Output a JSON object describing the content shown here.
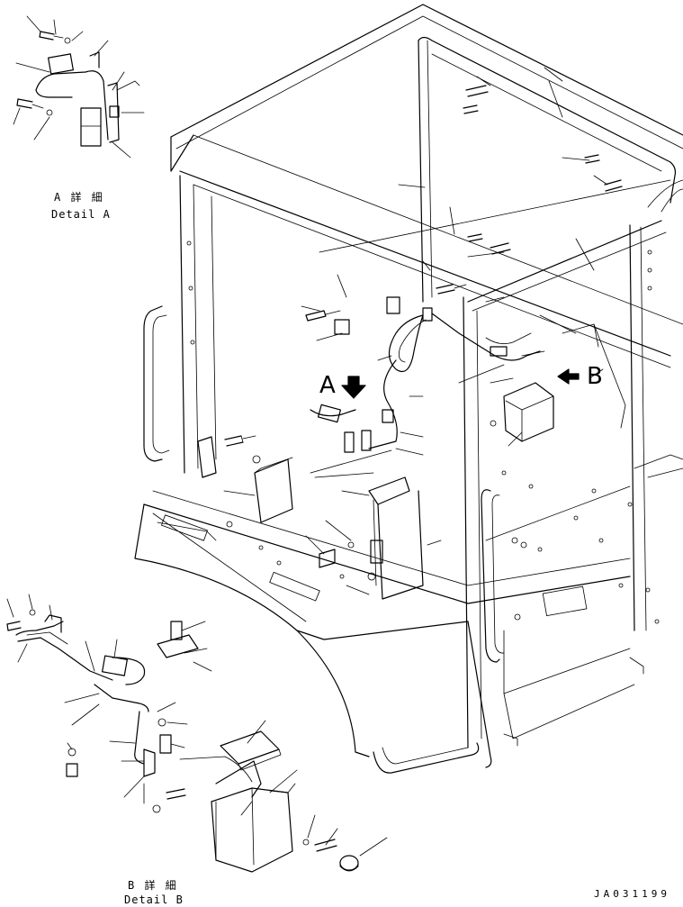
{
  "detail_a": {
    "title": "A 詳 細",
    "subtitle": "Detail A"
  },
  "detail_b": {
    "title": "B 詳 細",
    "subtitle": "Detail B"
  },
  "callouts": {
    "a": "A",
    "b": "B"
  },
  "drawing_number": "JA031199",
  "colors": {
    "line": "#000000",
    "background": "#ffffff"
  }
}
